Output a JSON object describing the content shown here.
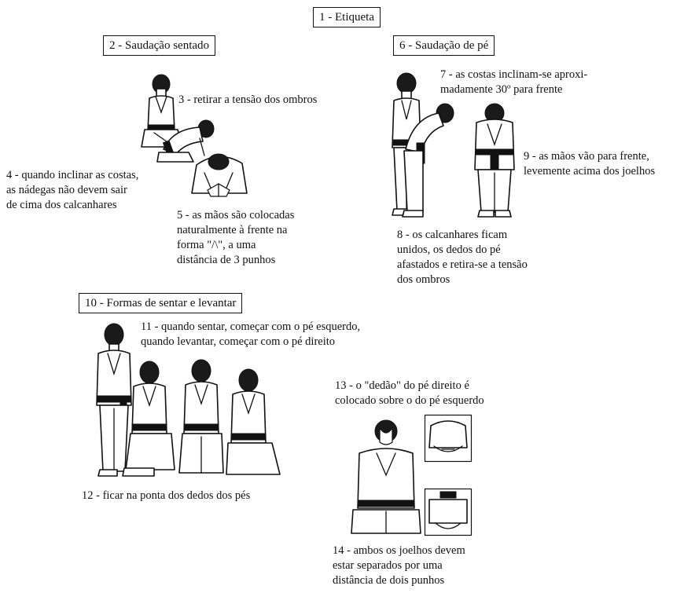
{
  "headings": {
    "etiqueta": "1 - Etiqueta",
    "saudacao_sentado": "2 - Saudação sentado",
    "saudacao_pe": "6 - Saudação de pé",
    "formas": "10 - Formas de sentar e levantar"
  },
  "notes": {
    "n3": "3 - retirar a tensão dos ombros",
    "n4": "4 - quando inclinar as costas,\nas nádegas não devem sair\nde cima dos calcanhares",
    "n5": "5 - as mãos são colocadas\nnaturalmente à frente na\nforma \"/\\\", a uma\ndistância de 3 punhos",
    "n7": "7 - as costas inclinam-se aproxi-\nmadamente 30º para frente",
    "n8": "8 - os calcanhares ficam\nunidos, os dedos do pé\nafastados e retira-se a tensão\ndos ombros",
    "n9": "9 - as mãos vão para frente,\nlevemente acima dos joelhos",
    "n11": "11 - quando sentar, começar com o pé esquerdo,\nquando levantar, começar com o pé direito",
    "n12": "12 - ficar na ponta dos dedos dos pés",
    "n13": "13 - o \"dedão\" do pé direito é\ncolocado sobre o do pé esquerdo",
    "n14": "14 - ambos os joelhos devem\nestar separados por uma\ndistância de dois punhos"
  }
}
